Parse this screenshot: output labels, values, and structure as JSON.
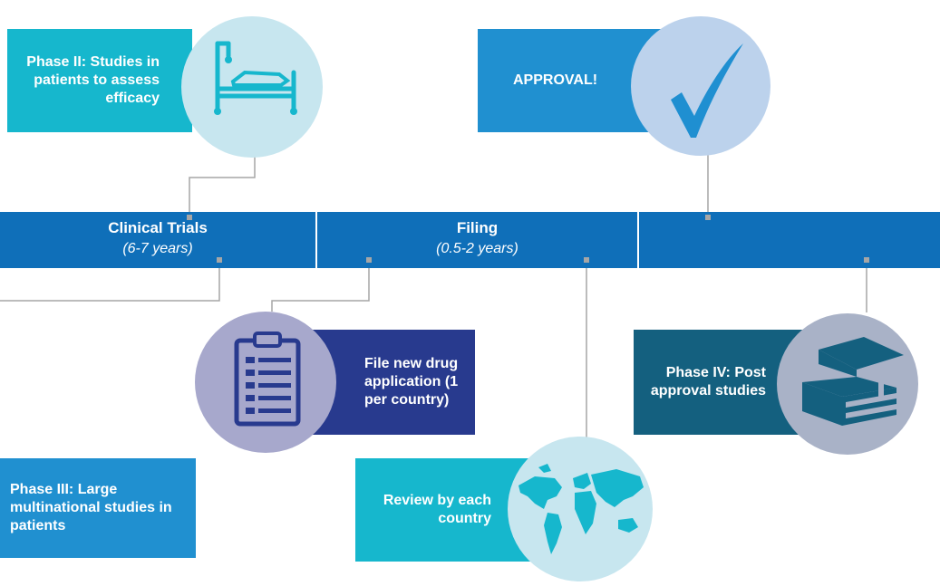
{
  "timeline": {
    "stages": [
      {
        "title": "Clinical Trials",
        "duration": "(6-7 years)"
      },
      {
        "title": "Filing",
        "duration": "(0.5-2 years)"
      },
      {
        "title": "",
        "duration": ""
      }
    ]
  },
  "cards": {
    "phase2": "Phase II: Studies in patients to assess efficacy",
    "approval": "APPROVAL!",
    "file_nda": "File new drug application (1 per country)",
    "phase4": "Phase IV: Post approval studies",
    "phase3": "Phase III: Large multinational studies in patients",
    "review": "Review by each country"
  },
  "icons": {
    "phase2": "hospital-bed-icon",
    "approval": "checkmark-icon",
    "file_nda": "clipboard-icon",
    "phase4": "books-icon",
    "review": "world-map-icon"
  },
  "colors": {
    "band": "#0f6fb9",
    "teal": "#16b7cd",
    "blue": "#2090d0",
    "navy": "#283a8e",
    "dark_teal": "#14607f"
  }
}
